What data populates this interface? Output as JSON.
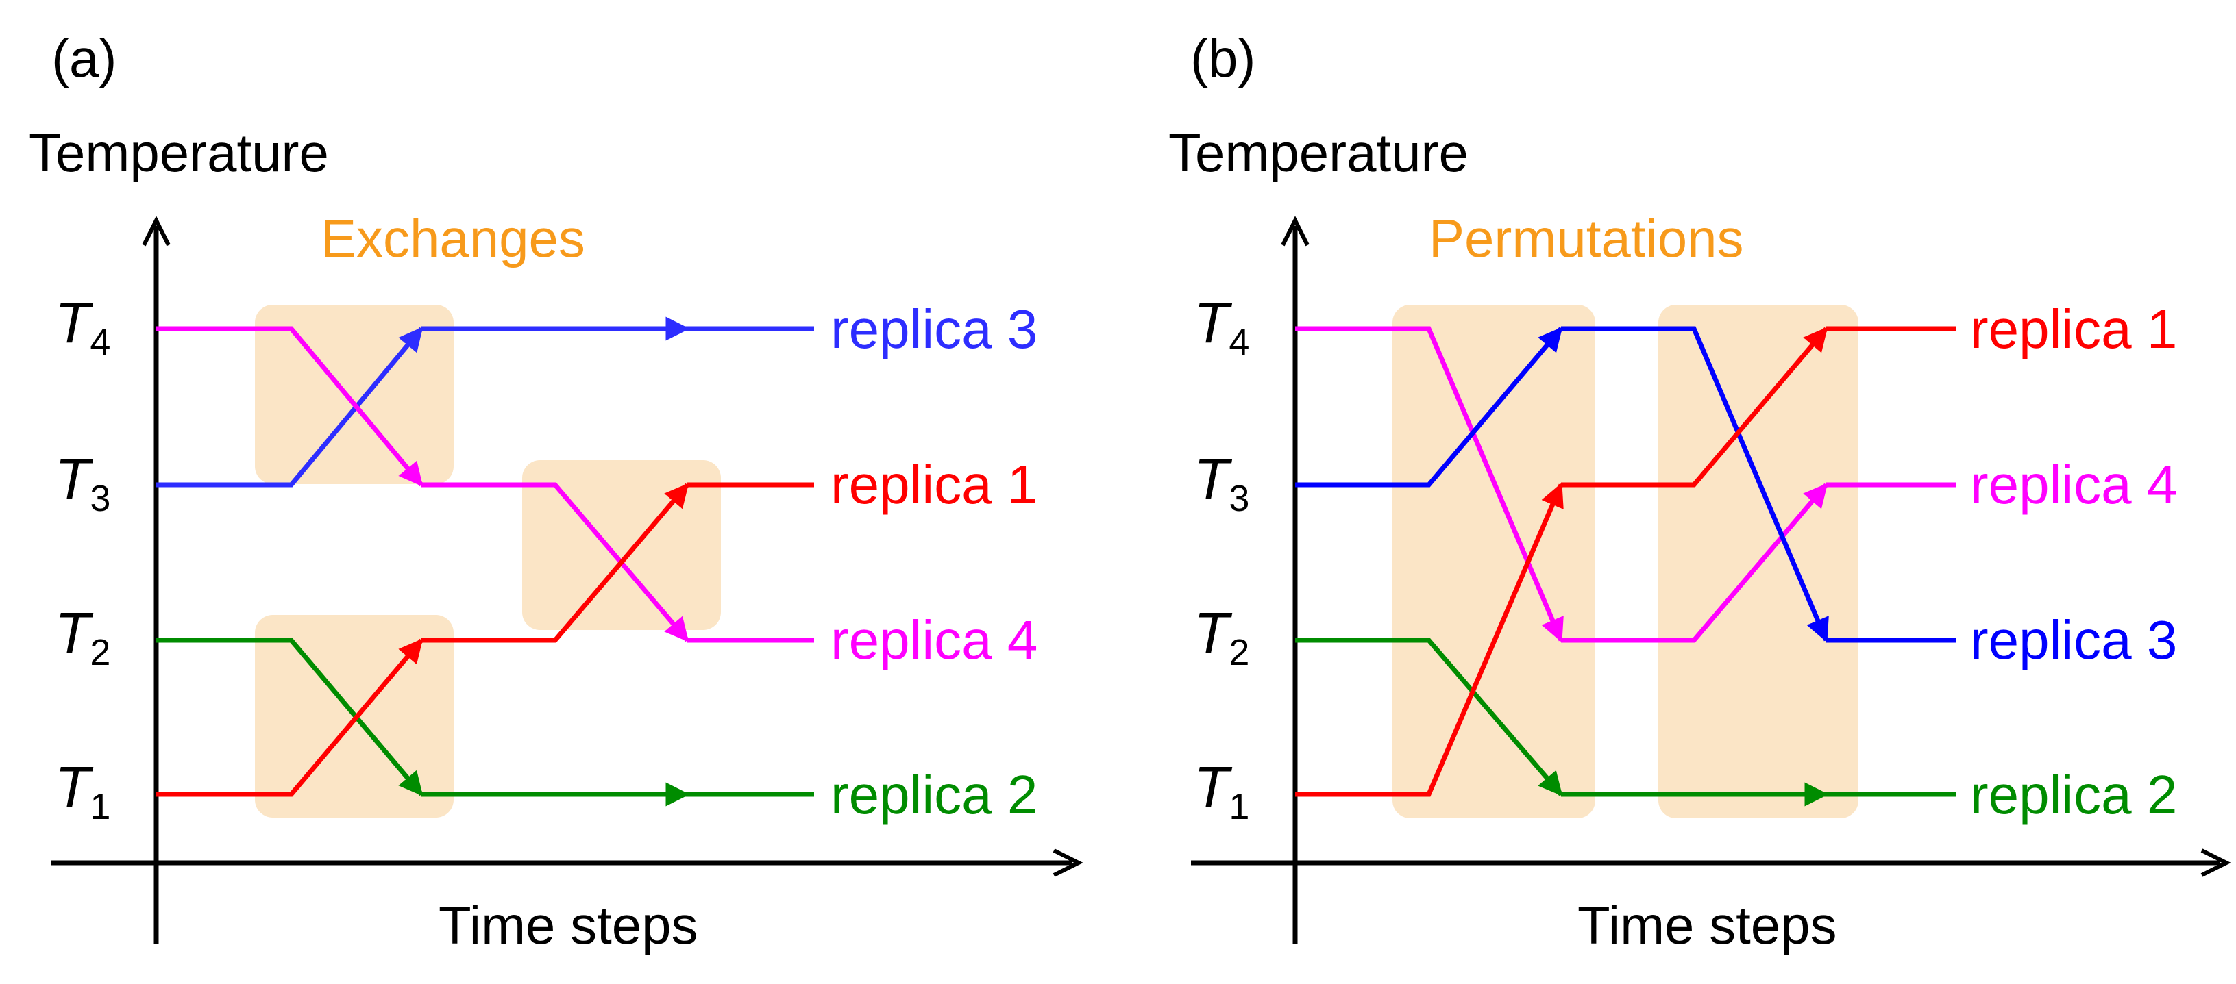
{
  "panels": [
    {
      "id": "a",
      "panel_label": "(a)",
      "ylabel": "Temperature",
      "xlabel": "Time steps",
      "region_title": "Exchanges",
      "temperature_levels": [
        {
          "symbol": "T",
          "sub": "4"
        },
        {
          "symbol": "T",
          "sub": "3"
        },
        {
          "symbol": "T",
          "sub": "2"
        },
        {
          "symbol": "T",
          "sub": "1"
        }
      ],
      "replica_labels": [
        "replica 3",
        "replica 1",
        "replica 4",
        "replica 2"
      ]
    },
    {
      "id": "b",
      "panel_label": "(b)",
      "ylabel": "Temperature",
      "xlabel": "Time steps",
      "region_title": "Permutations",
      "temperature_levels": [
        {
          "symbol": "T",
          "sub": "4"
        },
        {
          "symbol": "T",
          "sub": "3"
        },
        {
          "symbol": "T",
          "sub": "2"
        },
        {
          "symbol": "T",
          "sub": "1"
        }
      ],
      "replica_labels": [
        "replica 1",
        "replica 4",
        "replica 3",
        "replica 2"
      ]
    }
  ],
  "colors": {
    "replica_1": "#ff0000",
    "replica_2": "#008c00",
    "replica_3": "#2d2dff",
    "replica_4": "#ff00ff",
    "replica_3_b": "#0000ff",
    "highlight": "#fbe5c6",
    "title_orange": "#f79a1b",
    "axis": "#000000"
  }
}
